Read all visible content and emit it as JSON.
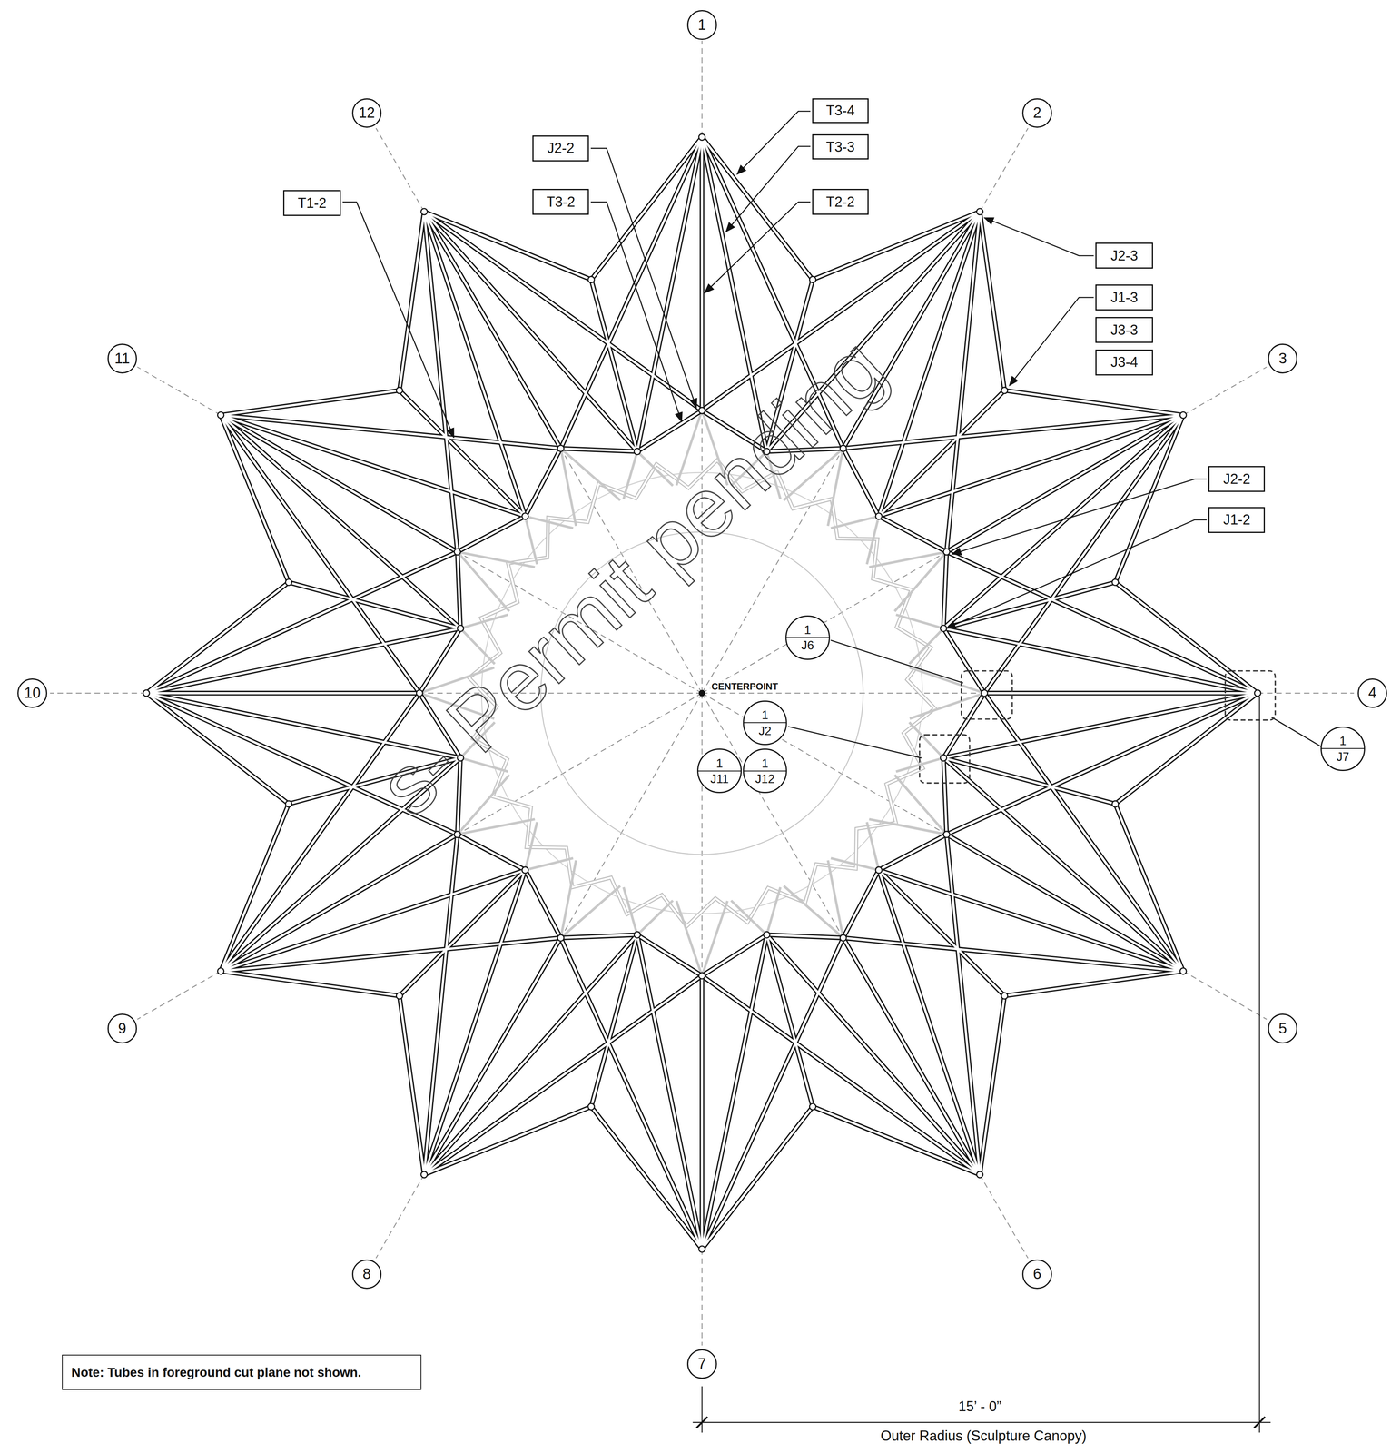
{
  "diagram": {
    "nodes": [
      {
        "text": [
          "1"
        ]
      },
      {
        "text": [
          "T3-4"
        ]
      },
      {
        "text": [
          "12"
        ]
      },
      {
        "text": [
          "2"
        ]
      },
      {
        "text": [
          "J2-2"
        ]
      },
      {
        "text": [
          "T3-3"
        ]
      },
      {
        "text": [
          "T3-2"
        ]
      },
      {
        "text": [
          "T1-2"
        ]
      },
      {
        "text": [
          "T2-2"
        ]
      },
      {
        "text": [
          "J2-3"
        ]
      },
      {
        "text": [
          "J1-3"
        ]
      },
      {
        "text": [
          "J3-3"
        ]
      },
      {
        "text": [
          "J3-4"
        ]
      },
      {
        "text": [
          "11"
        ]
      },
      {
        "text": [
          "3"
        ]
      },
      {
        "text": [
          "J2-2"
        ]
      },
      {
        "text": [
          "J1-2"
        ]
      },
      {
        "text": [
          "1",
          "J6"
        ]
      },
      {
        "text": [
          "10"
        ]
      },
      {
        "text": [
          "4"
        ]
      },
      {
        "text": [
          "1",
          "J2"
        ]
      },
      {
        "text": [
          "1",
          "J7"
        ]
      },
      {
        "text": [
          "1",
          "J11"
        ]
      },
      {
        "text": [
          "1",
          "J12"
        ]
      },
      {
        "text": [
          "9"
        ]
      },
      {
        "text": [
          "5"
        ]
      },
      {
        "text": [
          "8"
        ]
      },
      {
        "text": [
          "6"
        ]
      },
      {
        "text": [
          "7"
        ]
      },
      {
        "text": [
          "Note: Tubes in foreground cut plane not shown."
        ]
      }
    ],
    "labels": [
      "s- Permit pending",
      "CENTERPOINT",
      "15’ - 0”",
      "Outer Radius (Sculpture Canopy)"
    ]
  }
}
